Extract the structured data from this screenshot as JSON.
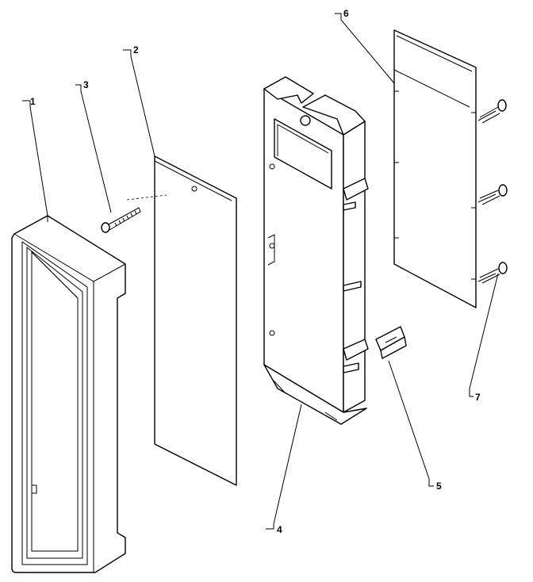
{
  "diagram": {
    "callouts": [
      {
        "id": "1",
        "text": "1"
      },
      {
        "id": "2",
        "text": "2"
      },
      {
        "id": "3",
        "text": "3"
      },
      {
        "id": "4",
        "text": "4"
      },
      {
        "id": "5",
        "text": "5"
      },
      {
        "id": "6",
        "text": "6"
      },
      {
        "id": "7",
        "text": "7"
      }
    ],
    "parts": [
      {
        "callout": "1",
        "name": "frame"
      },
      {
        "callout": "2",
        "name": "panel-board"
      },
      {
        "callout": "3",
        "name": "screw"
      },
      {
        "callout": "4",
        "name": "control-bracket"
      },
      {
        "callout": "5",
        "name": "clip"
      },
      {
        "callout": "6",
        "name": "circuit-board"
      },
      {
        "callout": "7",
        "name": "screw"
      }
    ]
  }
}
